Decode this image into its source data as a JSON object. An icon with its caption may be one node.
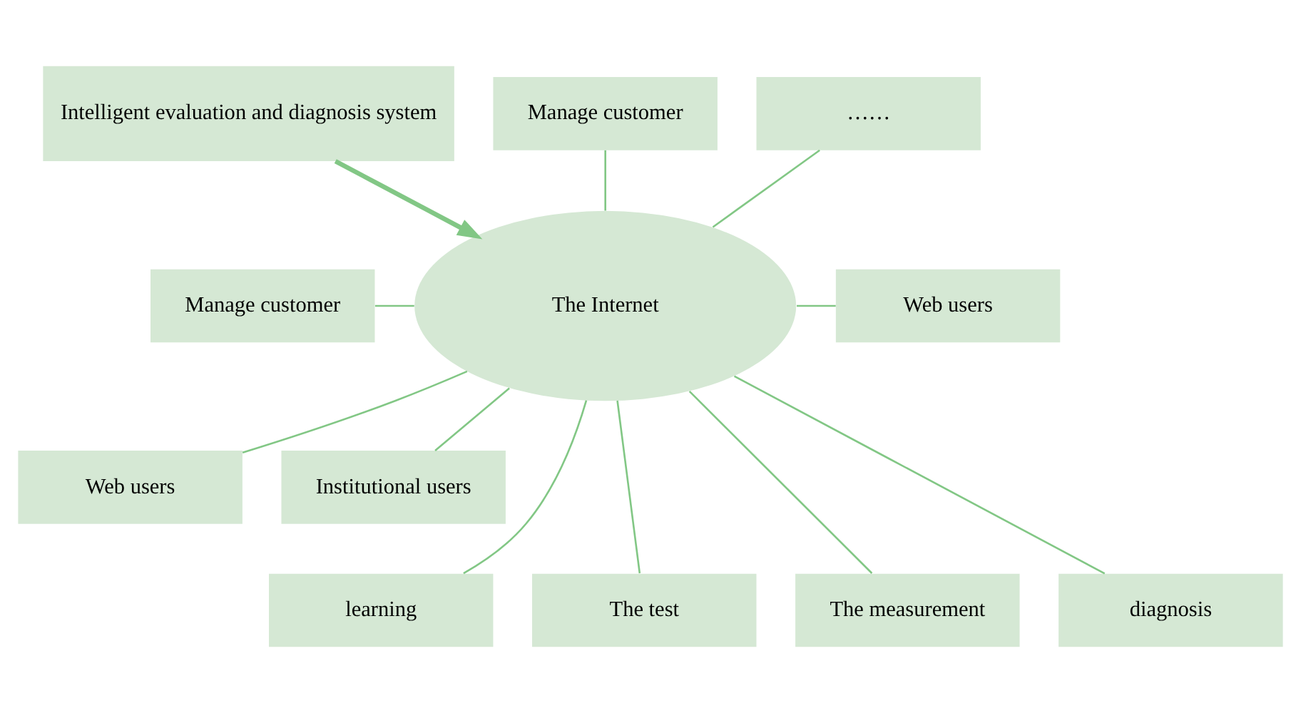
{
  "diagram": {
    "nodes": [
      {
        "text": [
          "Intelligent evaluation and diagnosis system"
        ]
      },
      {
        "text": [
          "Manage customer"
        ]
      },
      {
        "text": [
          "Manage customer"
        ]
      },
      {
        "text": [
          "Web users"
        ]
      },
      {
        "text": [
          "……"
        ]
      },
      {
        "text": [
          "Web users"
        ]
      },
      {
        "text": [
          "Institutional users"
        ]
      },
      {
        "text": [
          "The Internet"
        ]
      },
      {
        "text": [
          "learning"
        ]
      },
      {
        "text": [
          "The test"
        ]
      },
      {
        "text": [
          "The measurement"
        ]
      },
      {
        "text": [
          "diagnosis"
        ]
      }
    ],
    "edges": [
      {
        "from": 0,
        "to": 7,
        "arrow": "to",
        "style": "thick"
      },
      {
        "from": 1,
        "to": 7,
        "arrow": "none"
      },
      {
        "from": 2,
        "to": 7,
        "arrow": "none"
      },
      {
        "from": 7,
        "to": 3,
        "arrow": "none"
      },
      {
        "from": 4,
        "to": 7,
        "arrow": "none"
      },
      {
        "from": 7,
        "to": 5,
        "arrow": "none"
      },
      {
        "from": 7,
        "to": 6,
        "arrow": "none"
      },
      {
        "from": 7,
        "to": 8,
        "arrow": "none"
      },
      {
        "from": 7,
        "to": 9,
        "arrow": "none"
      },
      {
        "from": 7,
        "to": 10,
        "arrow": "none"
      },
      {
        "from": 7,
        "to": 11,
        "arrow": "none"
      }
    ]
  }
}
